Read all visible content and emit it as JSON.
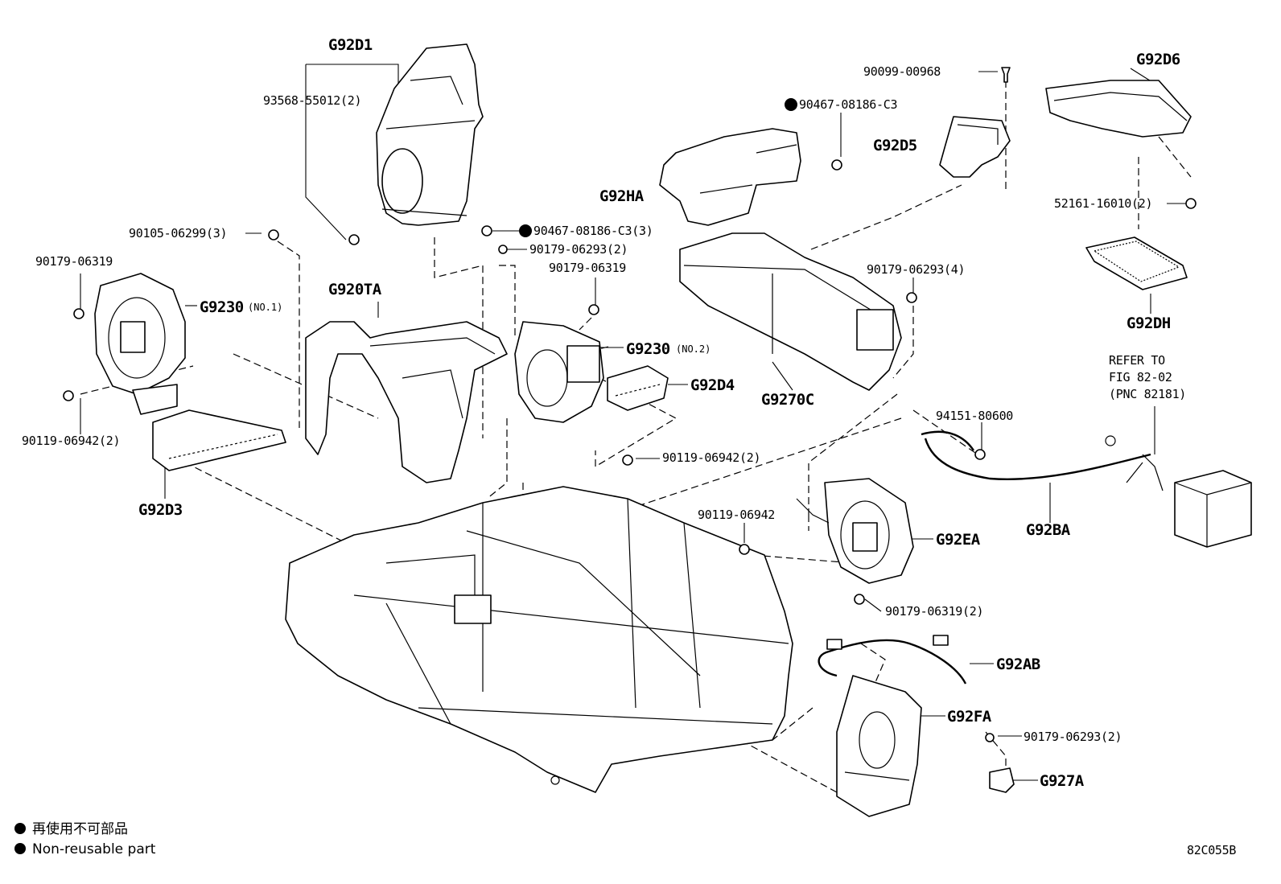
{
  "labels": {
    "g92d1": "G92D1",
    "g92d6": "G92D6",
    "g92d5": "G92D5",
    "g92ha": "G92HA",
    "g92dh": "G92DH",
    "g920ta": "G920TA",
    "g9230_1": "G9230",
    "g9230_1_sub": "(NO.1)",
    "g9230_2": "G9230",
    "g9230_2_sub": "(NO.2)",
    "g92d4": "G92D4",
    "g9270c": "G9270C",
    "g92d3": "G92D3",
    "g92ea": "G92EA",
    "g92ba": "G92BA",
    "g92ab": "G92AB",
    "g92fa": "G92FA",
    "g927a": "G927A"
  },
  "part_numbers": {
    "p1": "90099-00968",
    "p2": "90467-08186-C3",
    "p3": "93568-55012(2)",
    "p4": "52161-16010(2)",
    "p5": "90105-06299(3)",
    "p6": "90467-08186-C3(3)",
    "p7": "90179-06293(2)",
    "p8": "90179-06319",
    "p9": "90179-06319",
    "p10": "90179-06293(4)",
    "p11": "90119-06942(2)",
    "p12": "90119-06942(2)",
    "p13": "94151-80600",
    "p14": "90119-06942",
    "p15": "90179-06319(2)",
    "p16": "90179-06293(2)"
  },
  "refer": {
    "line1": "REFER TO",
    "line2": "FIG 82-02",
    "line3": "(PNC 82181)"
  },
  "legend": {
    "jp": "再使用不可部品",
    "en": "Non-reusable part"
  },
  "figure_code": "82C055B"
}
